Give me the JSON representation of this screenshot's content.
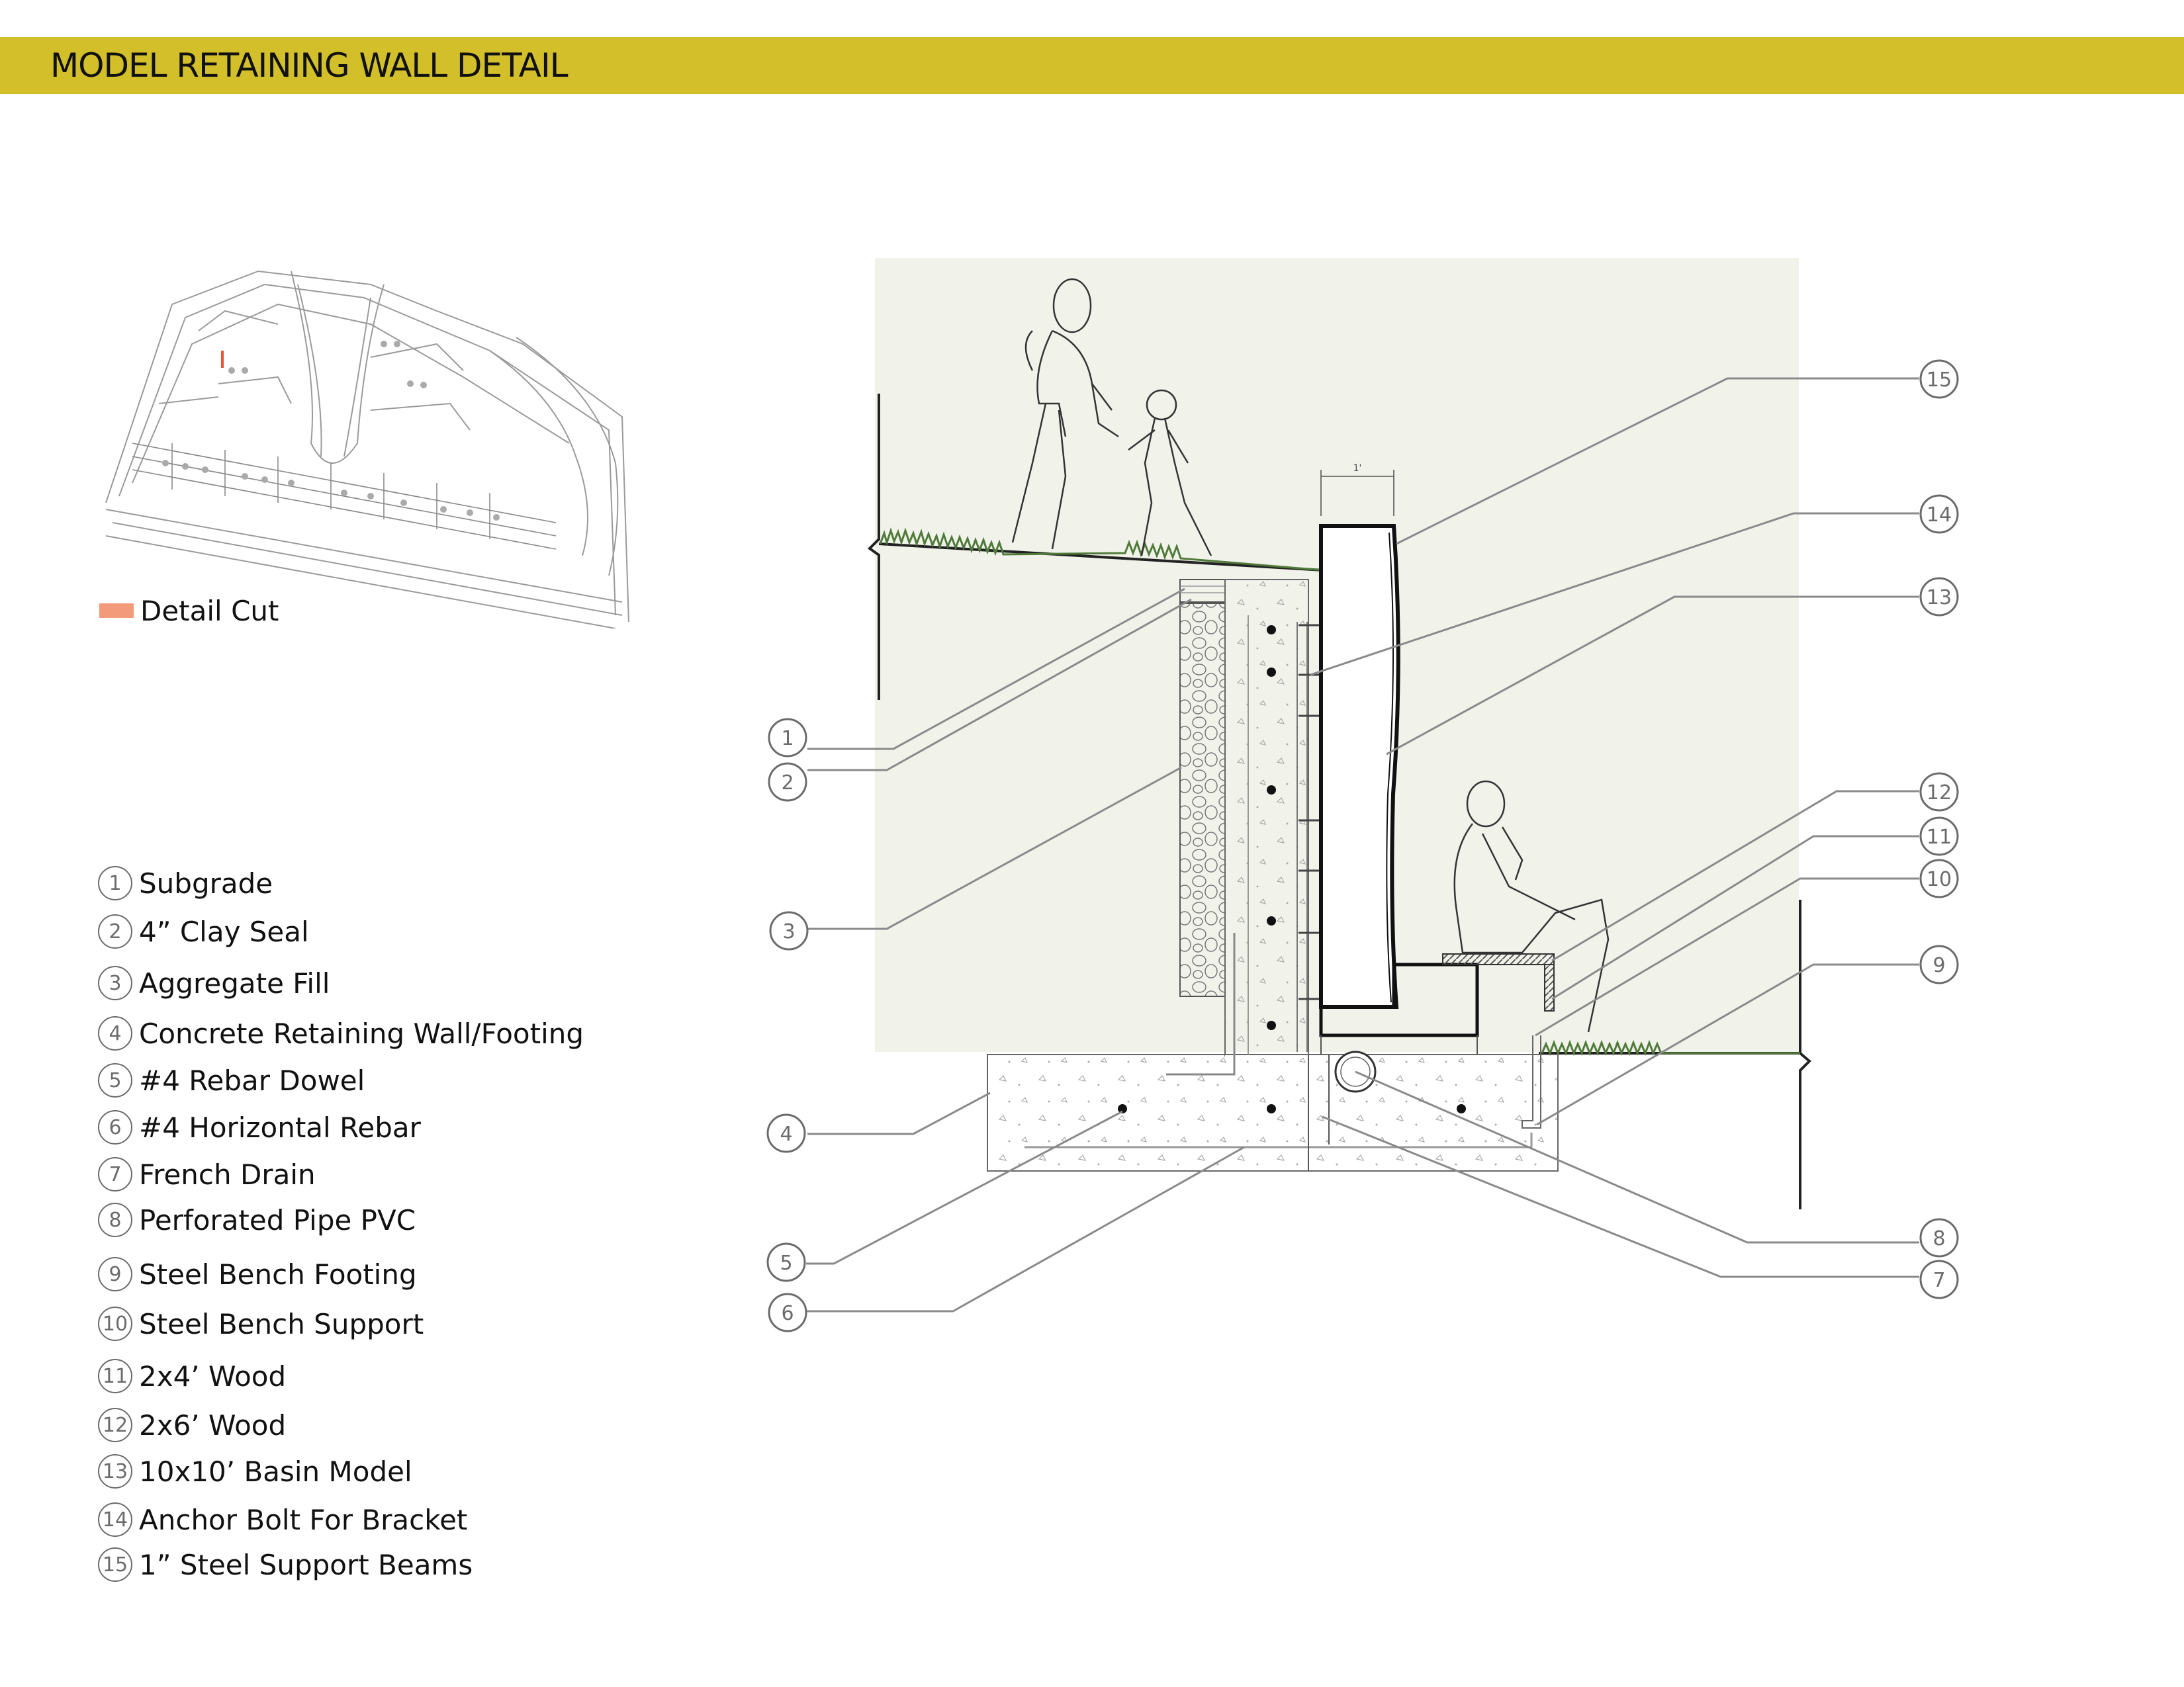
{
  "title": "MODEL RETAINING WALL DETAIL",
  "colors": {
    "banner": "#d2bf2a",
    "detail_cut": "#f39a7a",
    "callout_grey": "#6b6b6b",
    "grass": "#4f7a3a",
    "background_tint": "#eef1e8"
  },
  "site_plan": {
    "detail_cut_label": "Detail Cut"
  },
  "legend": [
    {
      "num": "1",
      "label": "Subgrade"
    },
    {
      "num": "2",
      "label": "4” Clay Seal"
    },
    {
      "num": "3",
      "label": "Aggregate Fill"
    },
    {
      "num": "4",
      "label": "Concrete Retaining Wall/Footing"
    },
    {
      "num": "5",
      "label": "#4 Rebar Dowel"
    },
    {
      "num": "6",
      "label": "#4 Horizontal Rebar"
    },
    {
      "num": "7",
      "label": "French Drain"
    },
    {
      "num": "8",
      "label": "Perforated Pipe PVC"
    },
    {
      "num": "9",
      "label": "Steel Bench Footing"
    },
    {
      "num": "10",
      "label": "Steel Bench Support"
    },
    {
      "num": "11",
      "label": "2x4’ Wood"
    },
    {
      "num": "12",
      "label": "2x6’ Wood"
    },
    {
      "num": "13",
      "label": "10x10’ Basin Model"
    },
    {
      "num": "14",
      "label": "Anchor Bolt For Bracket"
    },
    {
      "num": "15",
      "label": "1” Steel Support Beams"
    }
  ],
  "section": {
    "dimension_label": "1'",
    "callouts_left": [
      "1",
      "2",
      "3",
      "4",
      "5",
      "6"
    ],
    "callouts_right": [
      "15",
      "14",
      "13",
      "12",
      "11",
      "10",
      "9",
      "8",
      "7"
    ]
  }
}
